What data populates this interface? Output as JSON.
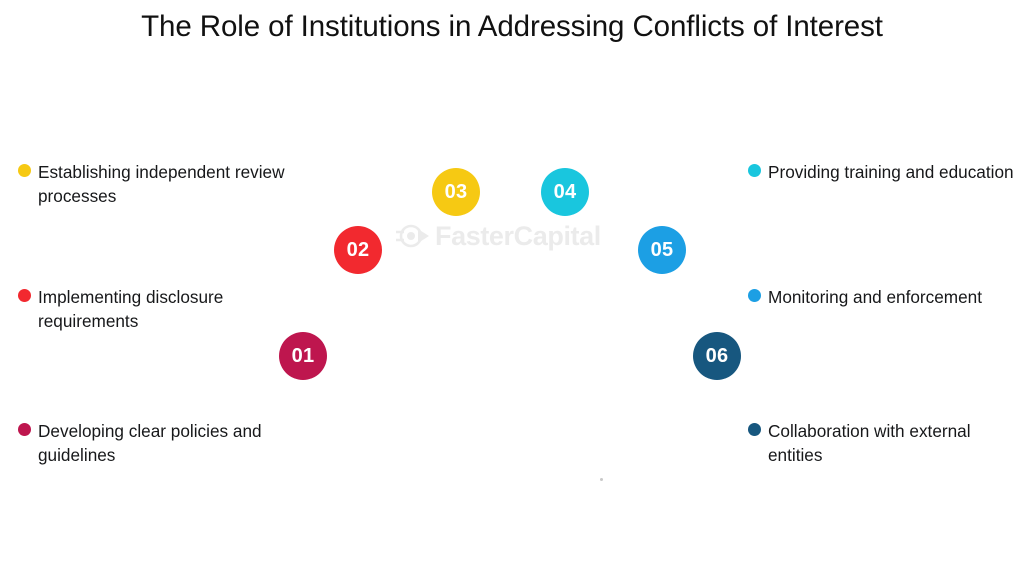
{
  "title": "The Role of Institutions in Addressing Conflicts of Interest",
  "watermark": {
    "text": "FasterCapital",
    "icon": "gear-logo-icon"
  },
  "palette": {
    "crimson": "#BE164E",
    "red": "#F2292F",
    "yellow": "#F6C913",
    "cyan": "#19C6DE",
    "blue": "#1C9FE4",
    "navy": "#17577F",
    "text": "#17181a",
    "background": "#ffffff"
  },
  "segments": [
    {
      "number": "01",
      "label": "Developing clear policies and guidelines",
      "color": "#BE164E",
      "side": "left",
      "badge_name": "segment-badge-01"
    },
    {
      "number": "02",
      "label": "Implementing disclosure requirements",
      "color": "#F2292F",
      "side": "left",
      "badge_name": "segment-badge-02"
    },
    {
      "number": "03",
      "label": "Establishing independent review processes",
      "color": "#F6C913",
      "side": "left",
      "badge_name": "segment-badge-03"
    },
    {
      "number": "04",
      "label": "Providing training and education",
      "color": "#19C6DE",
      "side": "right",
      "badge_name": "segment-badge-04"
    },
    {
      "number": "05",
      "label": "Monitoring and enforcement",
      "color": "#1C9FE4",
      "side": "right",
      "badge_name": "segment-badge-05"
    },
    {
      "number": "06",
      "label": "Collaboration with external entities",
      "color": "#17577F",
      "side": "right",
      "badge_name": "segment-badge-06"
    }
  ],
  "left_labels": [
    {
      "text": "Establishing independent review processes",
      "color": "#F6C913",
      "number": "03"
    },
    {
      "text": "Implementing disclosure requirements",
      "color": "#F2292F",
      "number": "02"
    },
    {
      "text": "Developing clear policies and guidelines",
      "color": "#BE164E",
      "number": "01"
    }
  ],
  "right_labels": [
    {
      "text": "Providing training and education",
      "color": "#19C6DE",
      "number": "04"
    },
    {
      "text": "Monitoring and enforcement",
      "color": "#1C9FE4",
      "number": "05"
    },
    {
      "text": "Collaboration with external entities",
      "color": "#17577F",
      "number": "06"
    }
  ],
  "chart_data": {
    "type": "pie",
    "title": "The Role of Institutions in Addressing Conflicts of Interest",
    "shape": "semicircular-donut-arc",
    "slice_count": 6,
    "equal_slices": true,
    "arc_span_degrees": 180,
    "categories": [
      "Developing clear policies and guidelines",
      "Implementing disclosure requirements",
      "Establishing independent review processes",
      "Providing training and education",
      "Monitoring and enforcement",
      "Collaboration with external entities"
    ],
    "values": [
      1,
      1,
      1,
      1,
      1,
      1
    ],
    "labels": [
      "01",
      "02",
      "03",
      "04",
      "05",
      "06"
    ],
    "colors": [
      "#BE164E",
      "#F2292F",
      "#F6C913",
      "#19C6DE",
      "#1C9FE4",
      "#17577F"
    ],
    "legend": "split left and right of the arc",
    "xlabel": "",
    "ylabel": ""
  }
}
